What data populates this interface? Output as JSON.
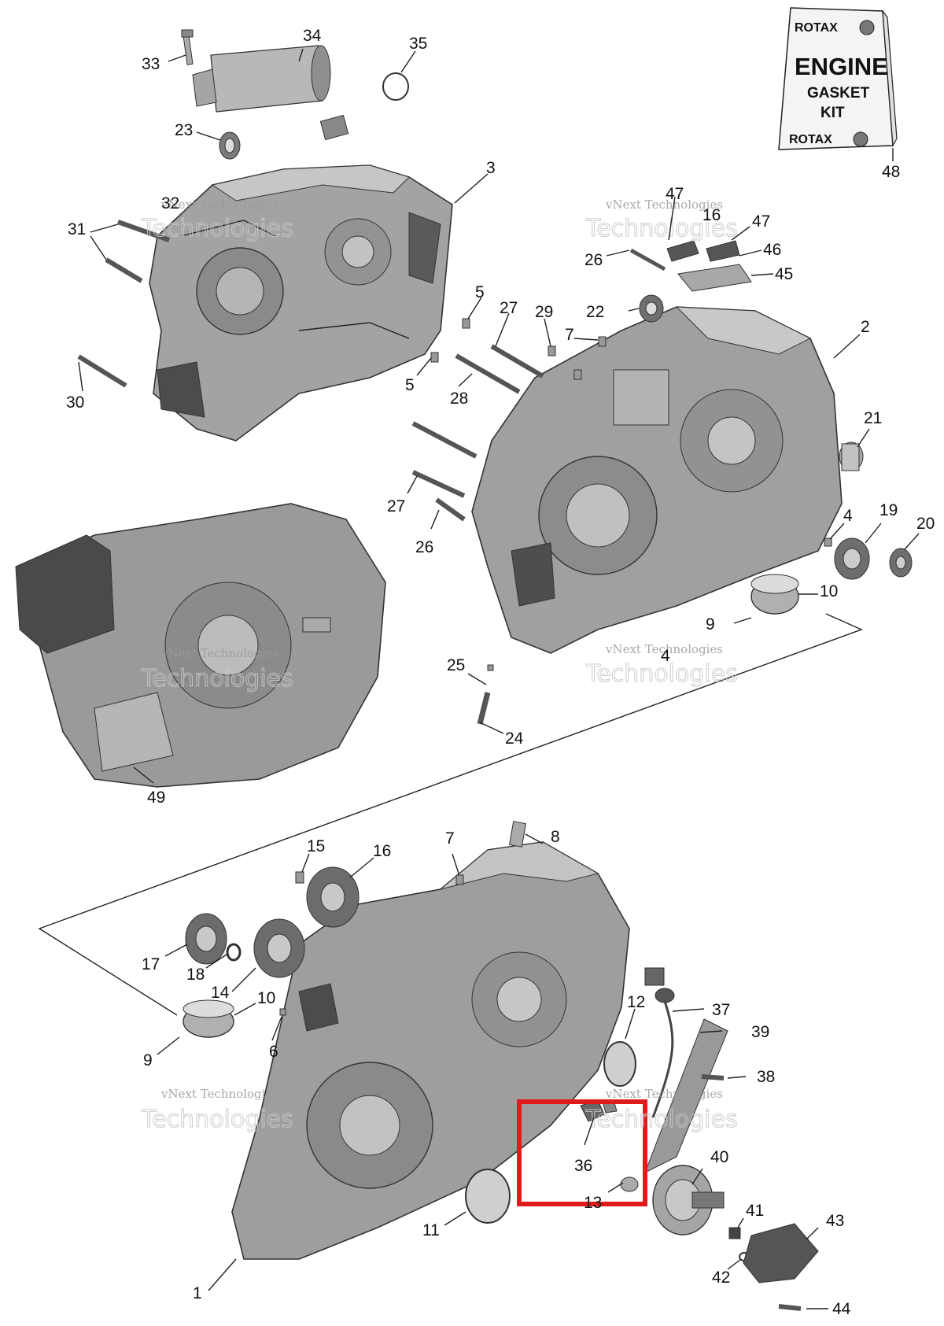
{
  "kit": {
    "brand_top": "ROTAX",
    "brand_bottom": "ROTAX",
    "line1": "ENGINE",
    "line2": "GASKET",
    "line3": "KIT",
    "callout": "48"
  },
  "watermark": {
    "line1": "vNext Technologies",
    "line2": "Technologies"
  },
  "callouts": [
    "34",
    "35",
    "33",
    "23",
    "3",
    "32",
    "31",
    "30",
    "5",
    "27",
    "29",
    "7",
    "22",
    "2",
    "47",
    "16",
    "47",
    "46",
    "26",
    "45",
    "5",
    "28",
    "21",
    "27",
    "26",
    "4",
    "19",
    "20",
    "10",
    "9",
    "4",
    "25",
    "24",
    "49",
    "8",
    "7",
    "15",
    "16",
    "17",
    "18",
    "14",
    "10",
    "6",
    "9",
    "12",
    "37",
    "39",
    "38",
    "36",
    "13",
    "40",
    "11",
    "41",
    "43",
    "42",
    "1",
    "44"
  ],
  "colors": {
    "part_body": "#9c9c9c",
    "part_light": "#c4c4c4",
    "part_dark": "#555555",
    "highlight_box": "#e01b1b"
  }
}
